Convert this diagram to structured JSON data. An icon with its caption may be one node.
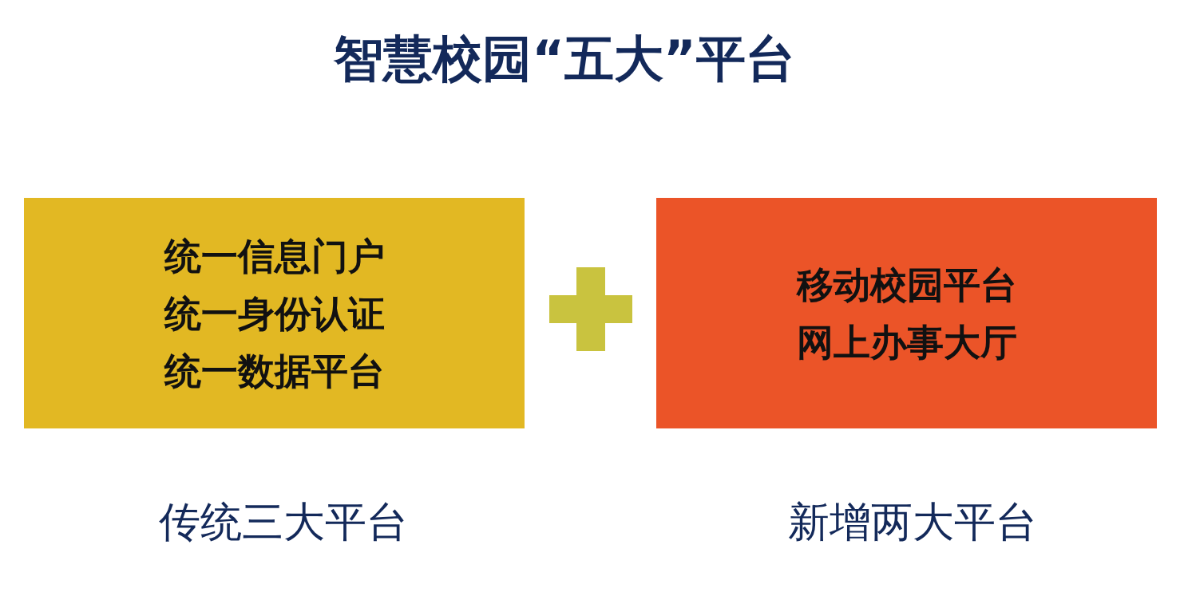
{
  "diagram": {
    "title": "智慧校园“五大”平台",
    "nodes": [
      {
        "text": [
          "统一信息门户",
          "统一身份认证",
          "统一数据平台"
        ],
        "beside": [
          "传统三大平台"
        ]
      },
      {
        "text": [
          "移动校园平台",
          "网上办事大厅"
        ],
        "beside": [
          "新增两大平台"
        ]
      }
    ],
    "edges": []
  }
}
